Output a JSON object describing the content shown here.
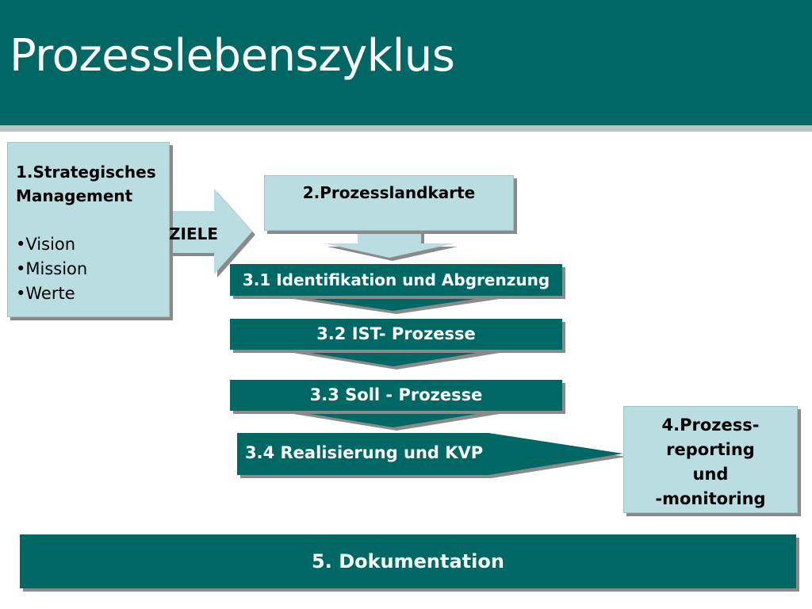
{
  "title": "Prozesslebenszyklus",
  "colors": {
    "dark": "#006864",
    "light": "#b9dde1",
    "shadow": "#8a8a8a"
  },
  "box1": {
    "heading_line1": "1.Strategisches",
    "heading_line2": "Management",
    "items": [
      "•Vision",
      "•Mission",
      "•Werte"
    ]
  },
  "arrow_ziele": "ZIELE",
  "box2": "2.Prozesslandkarte",
  "step_3_1": "3.1 Identifikation und Abgrenzung",
  "step_3_2": "3.2 IST- Prozesse",
  "step_3_3": "3.3 Soll - Prozesse",
  "step_3_4": "3.4 Realisierung und KVP",
  "box4": {
    "lines": [
      "4.Prozess-",
      "reporting",
      "und",
      "-monitoring"
    ]
  },
  "box5": "5. Dokumentation"
}
